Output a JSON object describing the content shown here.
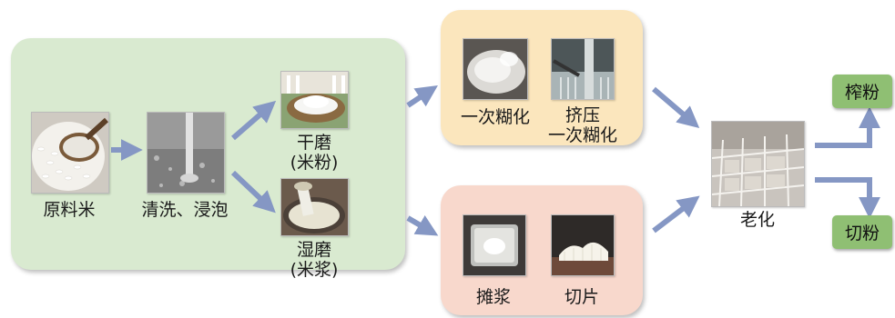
{
  "colors": {
    "pretreatment_panel": "#d9ead0",
    "gelatinization_panel": "#fbe6bd",
    "slurry_panel": "#f8d8cc",
    "product_box": "#8fbf73",
    "arrow": "#8597c4"
  },
  "steps": {
    "raw_rice": "原料米",
    "wash_soak": "清洗、浸泡",
    "dry_mill_1": "干磨",
    "dry_mill_2": "(米粉)",
    "wet_mill_1": "湿磨",
    "wet_mill_2": "(米浆)",
    "first_gel": "一次糊化",
    "extrude_1": "挤压",
    "extrude_2": "一次糊化",
    "spread": "摊浆",
    "slice": "切片",
    "aging": "老化"
  },
  "products": {
    "pressed": "榨粉",
    "cut": "切粉"
  }
}
